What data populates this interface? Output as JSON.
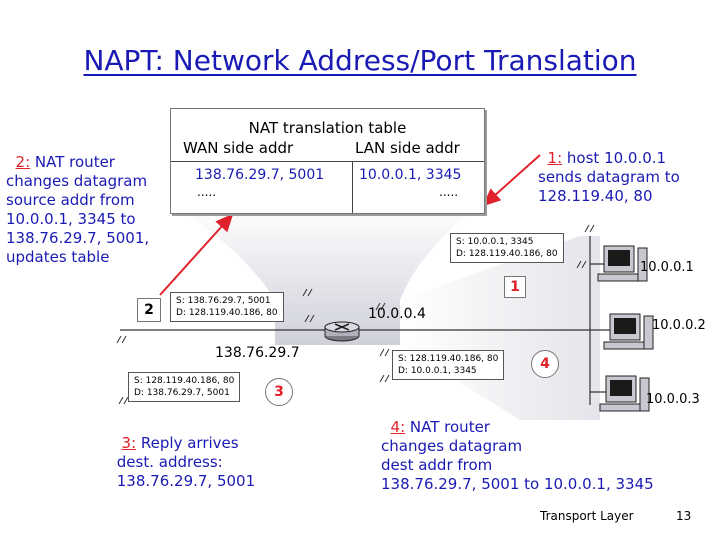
{
  "title": "NAPT: Network Address/Port Translation",
  "table": {
    "heading": "NAT translation table",
    "col_wan": "WAN side addr",
    "col_lan": "LAN side addr",
    "row_wan": "138.76.29.7, 5001",
    "row_lan": "10.0.0.1, 3345",
    "more_wan": ".....",
    "more_lan": "....."
  },
  "notes": {
    "step1_num": "1:",
    "step1_text": " host 10.0.0.1\nsends datagram to\n128.119.40, 80",
    "step2_num": "2:",
    "step2_text": " NAT router\nchanges datagram\nsource addr from\n10.0.0.1, 3345 to\n138.76.29.7, 5001,\nupdates table",
    "step3_num": "3:",
    "step3_text": " Reply arrives\n dest. address:\n 138.76.29.7, 5001",
    "step4_num": "4:",
    "step4_text": " NAT router\nchanges datagram\ndest addr from\n138.76.29.7, 5001 to 10.0.0.1, 3345"
  },
  "packets": {
    "p1": "S: 10.0.0.1, 3345\nD: 128.119.40.186, 80",
    "p2": "S: 138.76.29.7, 5001\nD: 128.119.40.186, 80",
    "p3": "S: 128.119.40.186, 80\nD: 138.76.29.7, 5001",
    "p4": "S: 128.119.40.186, 80\nD: 10.0.0.1, 3345"
  },
  "markers": {
    "m1": "1",
    "m2": "2",
    "m3": "3",
    "m4": "4"
  },
  "addresses": {
    "router_lan": "10.0.0.4",
    "router_wan": "138.76.29.7",
    "host1": "10.0.0.1",
    "host2": "10.0.0.2",
    "host3": "10.0.0.3"
  },
  "footer": {
    "course": "Transport Layer",
    "page": "13"
  },
  "colors": {
    "text_blue": "#1a1ab5",
    "red": "#e0202a",
    "shading": "#d4d4dc"
  }
}
